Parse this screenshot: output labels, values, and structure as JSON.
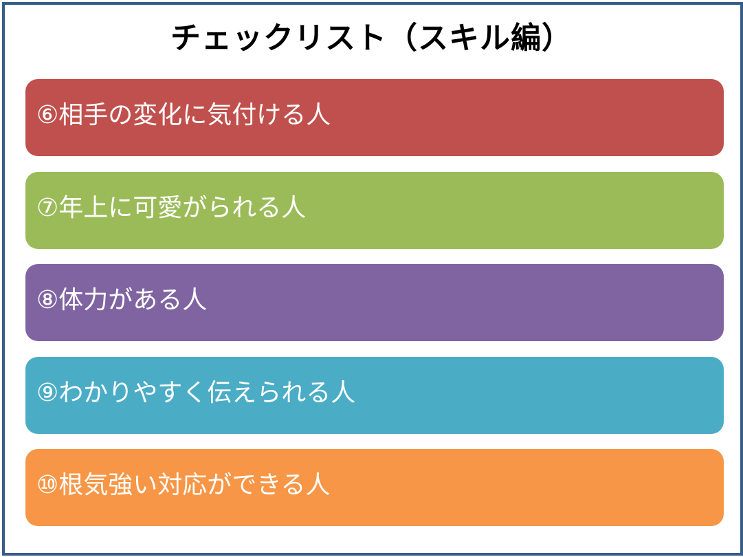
{
  "slide": {
    "title": "チェックリスト（スキル編）",
    "border_color": "#385d8a",
    "items": [
      {
        "label": "⑥相手の変化に気付ける人",
        "color": "#c0504d"
      },
      {
        "label": "⑦年上に可愛がられる人",
        "color": "#9bbb59"
      },
      {
        "label": "⑧体力がある人",
        "color": "#8064a2"
      },
      {
        "label": "⑨わかりやすく伝えられる人",
        "color": "#4bacc6"
      },
      {
        "label": "⑩根気強い対応ができる人",
        "color": "#f79646"
      }
    ]
  }
}
